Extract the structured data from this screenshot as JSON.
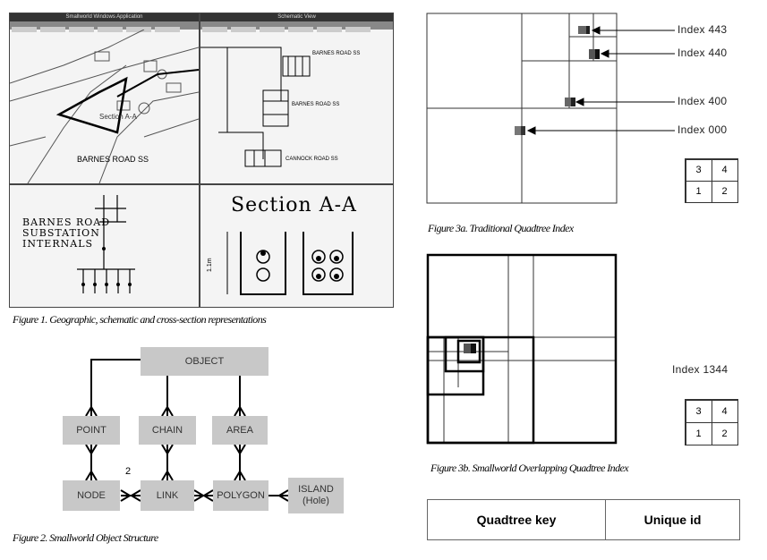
{
  "figure1": {
    "caption": "Figure 1. Geographic, schematic and cross-section representations",
    "window_left_title": "Smallworld Windows Application",
    "window_right_title": "Schematic View",
    "map_road_label": "BARNES ROAD SS",
    "map_section_label": "Section A-A",
    "schematic_labels": [
      "BARNES ROAD SS",
      "BARNES ROAD SS",
      "CANNOCK ROAD SS"
    ],
    "substation_text": [
      "BARNES ROAD",
      "SUBSTATION",
      "INTERNALS"
    ],
    "section_title": "Section A-A",
    "section_dim": "1.1m"
  },
  "figure2": {
    "caption": "Figure 2. Smallworld Object Structure",
    "object_label": "OBJECT",
    "point_label": "POINT",
    "chain_label": "CHAIN",
    "area_label": "AREA",
    "node_label": "NODE",
    "link_label": "LINK",
    "polygon_label": "POLYGON",
    "island_label": "ISLAND",
    "island_sub": "(Hole)",
    "multiplicity": "2"
  },
  "figure3a": {
    "caption": "Figure 3a. Traditional Quadtree Index",
    "labels": [
      "Index 443",
      "Index 440",
      "Index 400",
      "Index 000"
    ],
    "grid": [
      "3",
      "4",
      "1",
      "2"
    ]
  },
  "figure3b": {
    "caption": "Figure 3b. Smallworld Overlapping Quadtree Index",
    "label": "Index 1344",
    "grid": [
      "3",
      "4",
      "1",
      "2"
    ]
  },
  "key_table": {
    "col1": "Quadtree key",
    "col2": "Unique id"
  }
}
